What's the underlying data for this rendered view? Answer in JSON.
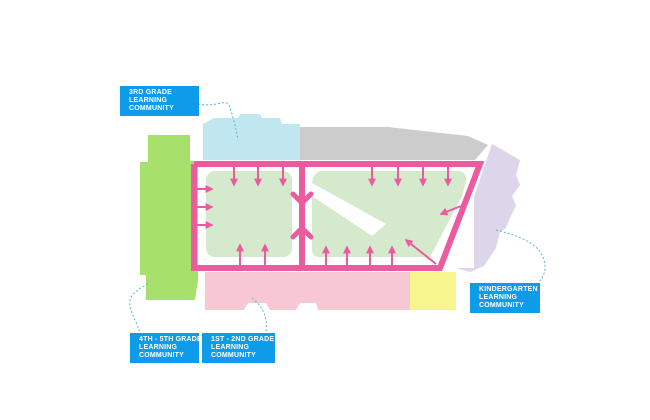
{
  "labels": {
    "third_grade": [
      "3RD GRADE",
      "LEARNING",
      "COMMUNITY"
    ],
    "fourth_fifth_grade": [
      "4TH - 5TH GRADE",
      "LEARNING",
      "COMMUNITY"
    ],
    "first_second_grade": [
      "1ST - 2ND GRADE",
      "LEARNING",
      "COMMUNITY"
    ],
    "kindergarten": [
      "KINDERGARTEN",
      "LEARNING",
      "COMMUNITY"
    ]
  },
  "colors": {
    "third_grade_zone": "#c0e6ef",
    "fourth_fifth_grade_zone": "#a8e06c",
    "first_second_grade_zone": "#f7c8d4",
    "kindergarten_zone": "#ddd5ea",
    "service_zone": "#cccccc",
    "corner_zone": "#f6f58e",
    "courtyard": "#d5e9cd",
    "circulation": "#ec5aa0",
    "label_background": "#0e9bea",
    "leader_line": "#4fb6e6"
  }
}
